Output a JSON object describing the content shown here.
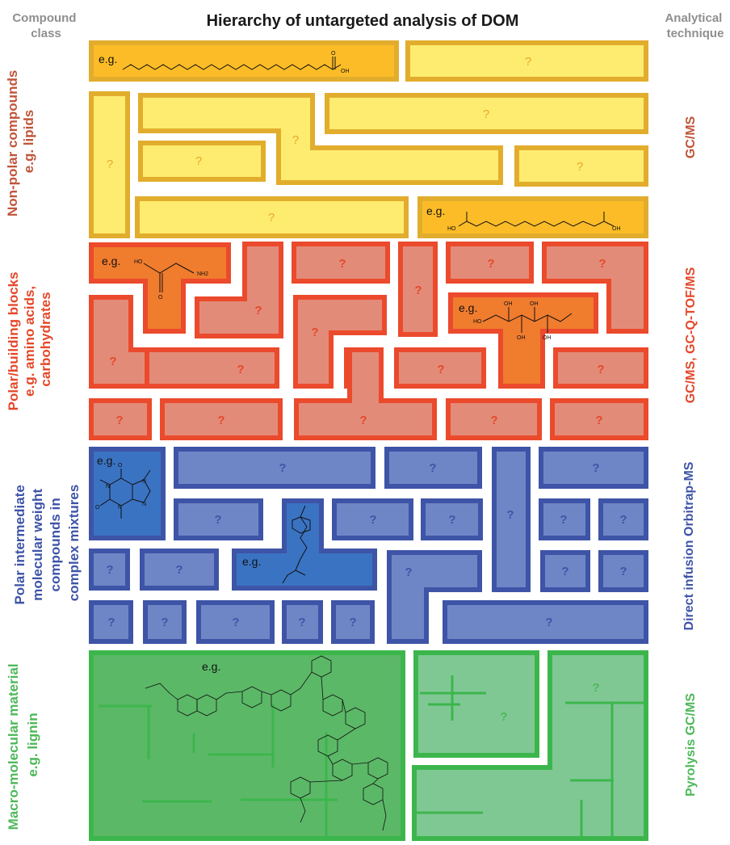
{
  "title": "Hierarchy of untargeted analysis of DOM",
  "headers": {
    "left": [
      "Compound",
      "class"
    ],
    "right": [
      "Analytical",
      "technique"
    ]
  },
  "colors": {
    "lipid_fill": "#fdec6f",
    "lipid_dark": "#fbbc27",
    "lipid_stroke": "#e2ad2d",
    "lipid_text": "#e8a82a",
    "polar_fill": "#e38b79",
    "polar_dark": "#f07c2e",
    "polar_stroke": "#eb4a2c",
    "polar_text": "#e5482a",
    "mid_fill": "#6f86c6",
    "mid_dark": "#3b73c3",
    "mid_stroke": "#3e54a7",
    "mid_text": "#3e54a7",
    "macro_fill": "#7fc894",
    "macro_dark": "#5bb867",
    "macro_stroke": "#3cb64c",
    "macro_text": "#4eb85a",
    "label_text": "#c0553a"
  },
  "example_label": "e.g.",
  "unknown_marker": "?",
  "chem": {
    "oh": "OH",
    "ho": "HO",
    "nh2": "NH2",
    "o": "O",
    "n": "N"
  },
  "sections": [
    {
      "id": "lipids",
      "class_lines": [
        "Non-polar compounds",
        "e.g. lipids"
      ],
      "technique_lines": [
        "GC/MS"
      ]
    },
    {
      "id": "polar",
      "class_lines": [
        "Polar/building blocks",
        "e.g. amino acids,",
        "carbohydrates"
      ],
      "technique_lines": [
        "GC/MS, GC-Q-TOF/MS"
      ]
    },
    {
      "id": "intermediate",
      "class_lines": [
        "Polar intermediate",
        "molecular weight",
        "compounds in",
        "complex mixtures"
      ],
      "technique_lines": [
        "Direct infusion Orbitrap-MS"
      ]
    },
    {
      "id": "macro",
      "class_lines": [
        "Macro-molecular material",
        "e.g. lignin"
      ],
      "technique_lines": [
        "Pyrolysis GC/MS"
      ]
    }
  ]
}
